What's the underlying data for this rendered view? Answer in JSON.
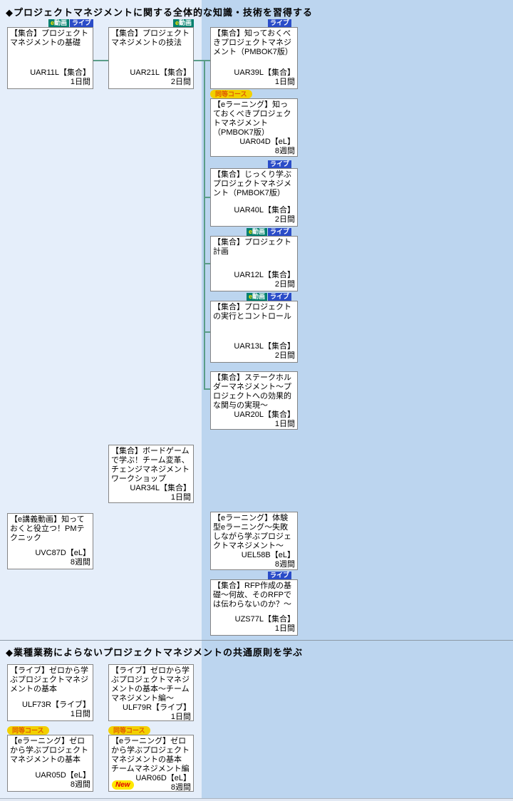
{
  "sections": [
    {
      "heading": "◆プロジェクトマネジメントに関する全体的な知識・技術を習得する"
    },
    {
      "heading": "◆業種業務によらないプロジェクトマネジメントの共通原則を学ぶ"
    }
  ],
  "courses": {
    "uar11l": {
      "title": "【集合】プロジェクトマネジメントの基礎",
      "code": "UAR11L【集合】",
      "duration": "1日間",
      "tags": [
        "e動画",
        "ライブ"
      ]
    },
    "uar21l": {
      "title": "【集合】プロジェクトマネジメントの技法",
      "code": "UAR21L【集合】",
      "duration": "2日間",
      "tags": [
        "e動画"
      ]
    },
    "uar39l": {
      "title": "【集合】知っておくべきプロジェクトマネジメント（PMBOK7版）",
      "code": "UAR39L【集合】",
      "duration": "1日間",
      "tags": [
        "ライブ"
      ]
    },
    "uar04d": {
      "title": "【eラーニング】知っておくべきプロジェクトマネジメント（PMBOK7版）",
      "code": "UAR04D【eL】",
      "duration": "8週間",
      "badge": "同等コース"
    },
    "uar40l": {
      "title": "【集合】じっくり学ぶプロジェクトマネジメント（PMBOK7版）",
      "code": "UAR40L【集合】",
      "duration": "2日間",
      "tags": [
        "ライブ"
      ]
    },
    "uar12l": {
      "title": "【集合】プロジェクト計画",
      "code": "UAR12L【集合】",
      "duration": "2日間",
      "tags": [
        "e動画",
        "ライブ"
      ]
    },
    "uar13l": {
      "title": "【集合】プロジェクトの実行とコントロール",
      "code": "UAR13L【集合】",
      "duration": "2日間",
      "tags": [
        "e動画",
        "ライブ"
      ]
    },
    "uar20l": {
      "title": "【集合】ステークホルダーマネジメント～プロジェクトへの効果的な関与の実現～",
      "code": "UAR20L【集合】",
      "duration": "1日間"
    },
    "uar34l": {
      "title": "【集合】ボードゲームで学ぶ！チーム変革、チェンジマネジメントワークショップ",
      "code": "UAR34L【集合】",
      "duration": "1日間"
    },
    "uvc87d": {
      "title": "【e講義動画】知っておくと役立つ！PMテクニック",
      "code": "UVC87D【eL】",
      "duration": "8週間"
    },
    "uel58b": {
      "title": "【eラーニング】体験型eラーニング～失敗しながら学ぶプロジェクトマネジメント～",
      "code": "UEL58B【eL】",
      "duration": "8週間"
    },
    "uzs77l": {
      "title": "【集合】RFP作成の基礎～何故、そのRFPでは伝わらないのか？～",
      "code": "UZS77L【集合】",
      "duration": "1日間",
      "tags": [
        "ライブ"
      ]
    },
    "ulf73r": {
      "title": "【ライブ】ゼロから学ぶプロジェクトマネジメントの基本",
      "code": "ULF73R【ライブ】",
      "duration": "1日間"
    },
    "ulf79r": {
      "title": "【ライブ】ゼロから学ぶプロジェクトマネジメントの基本～チームマネジメント編～",
      "code": "ULF79R【ライブ】",
      "duration": "1日間"
    },
    "uar05d": {
      "title": "【eラーニング】ゼロから学ぶプロジェクトマネジメントの基本",
      "code": "UAR05D【eL】",
      "duration": "8週間",
      "badge": "同等コース"
    },
    "uar06d": {
      "title": "【eラーニング】ゼロから学ぶプロジェクトマネジメントの基本　チームマネジメント編",
      "code": "UAR06D【eL】",
      "duration": "8週間",
      "badge": "同等コース",
      "new_badge": "New"
    }
  },
  "colors": {
    "page_left_bg": "#e5eefa",
    "page_right_bg": "#bcd5ef",
    "box_bg": "#ffffff",
    "box_border": "#848484",
    "tag_evideo_bg": "#00806e",
    "tag_live_bg": "#2a4cc8",
    "equivalent_badge_bg": "#f2d000",
    "equivalent_badge_text": "#e05a00",
    "new_badge_bg": "#ffe800",
    "new_badge_text": "#e00000",
    "connector_line": "#5a9d88"
  }
}
